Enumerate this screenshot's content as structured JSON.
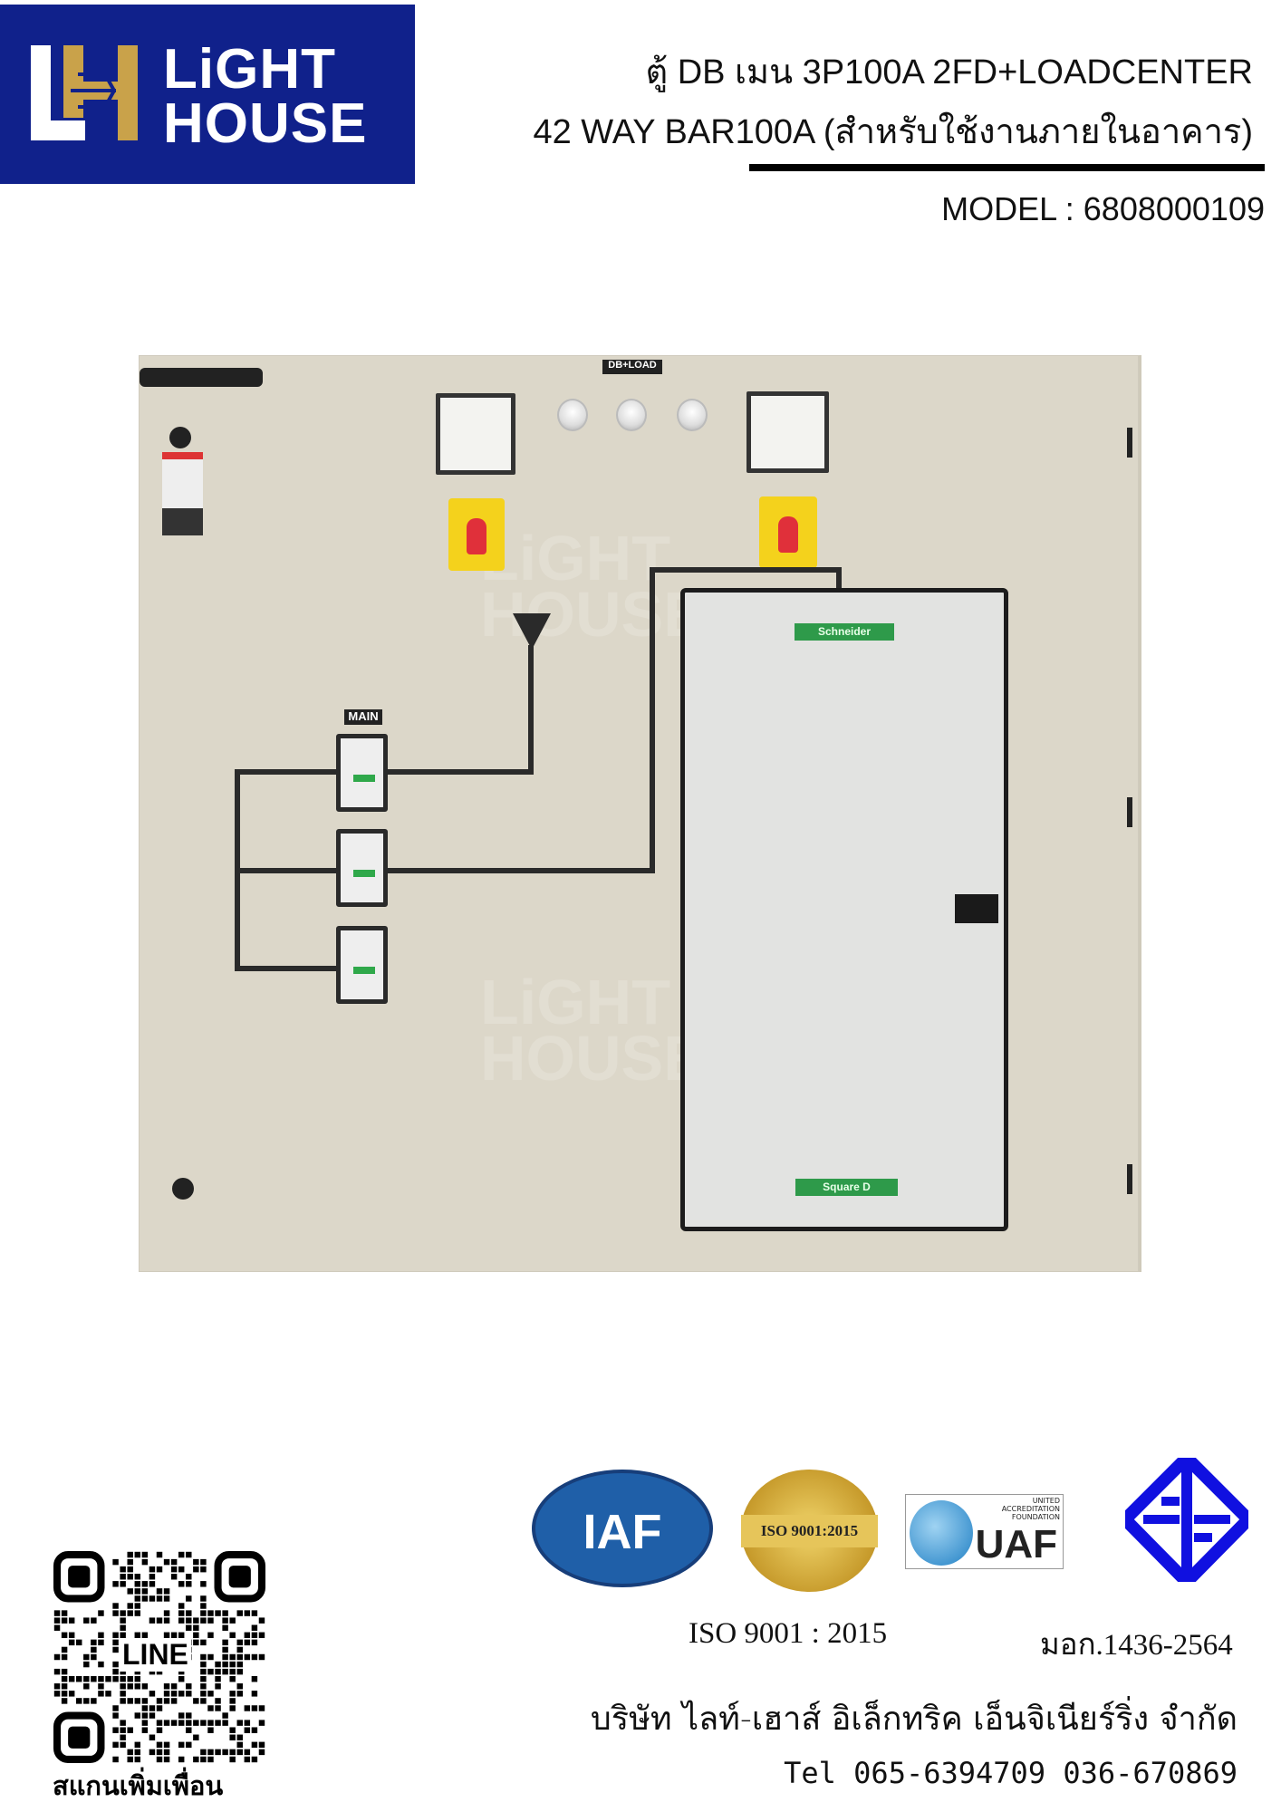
{
  "brand": {
    "line1": "LiGHT",
    "line2": "HOUSE",
    "bg": "#10218b",
    "gold": "#c9a24a"
  },
  "product": {
    "title_line1": "ตู้ DB เมน 3P100A 2FD+LOADCENTER",
    "title_line2": "42 WAY BAR100A (สำหรับใช้งานภายในอาคาร)",
    "model": "MODEL : 6808000109"
  },
  "panel": {
    "top_label": "DB+LOAD",
    "main_label": "MAIN",
    "loadcenter_brand_top": "Schneider",
    "loadcenter_brand_bottom": "Square D",
    "watermark_line1": "LiGHT",
    "watermark_line2": "HOUSE"
  },
  "certs": {
    "iaf": "IAF",
    "iso_seal": "ISO 9001:2015",
    "uaf": "UAF",
    "uaf_sub": "UNITED ACCREDITATION FOUNDATION",
    "iso_text": "ISO 9001 : 2015",
    "tis_text": "มอก.1436-2564"
  },
  "company": {
    "name": "บริษัท ไลท์-เฮาส์ อิเล็กทริค เอ็นจิเนียร์ริ่ง จำกัด",
    "tel": "Tel 065-6394709 036-670869"
  },
  "qr": {
    "center_label": "LINE",
    "caption": "สแกนเพิ่มเพื่อน"
  }
}
